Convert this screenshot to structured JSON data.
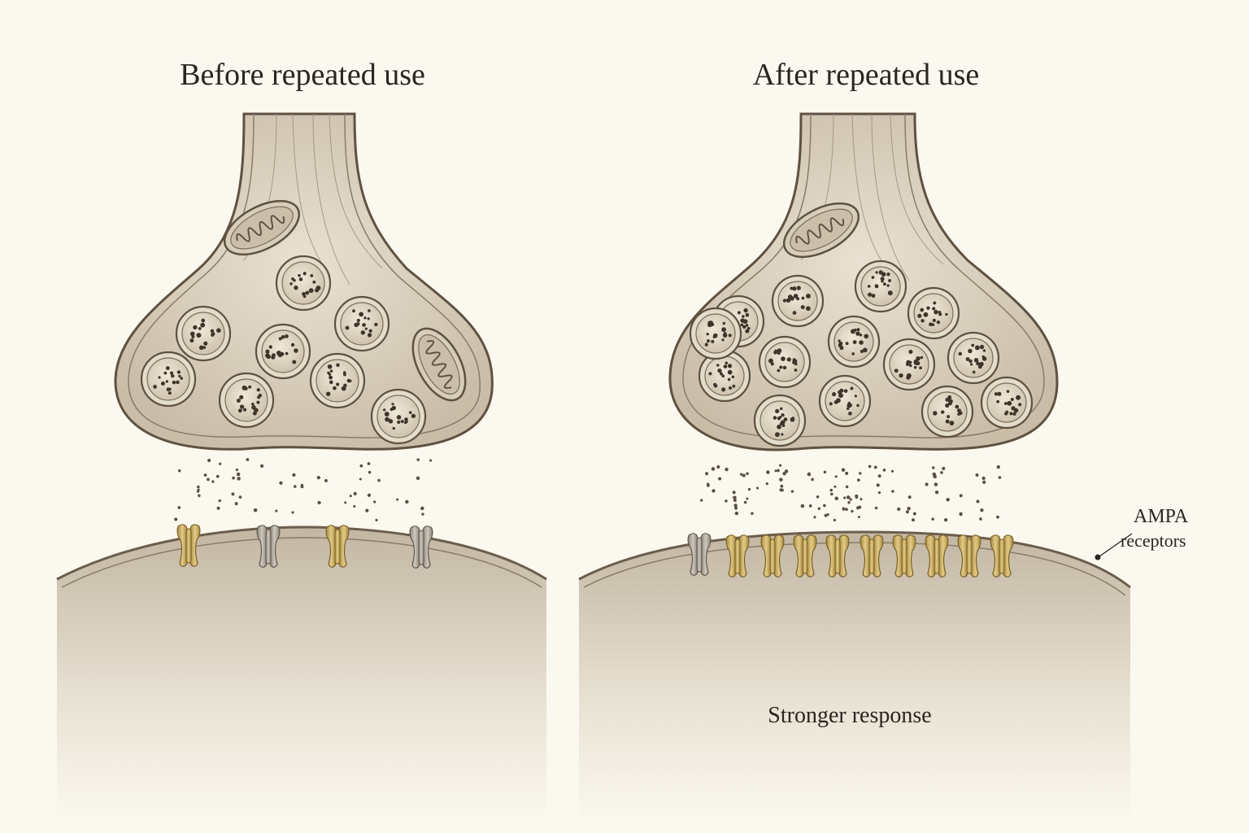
{
  "panels": {
    "before": {
      "title": "Before repeated use",
      "vesicle_count": 8,
      "receptor_count": 4
    },
    "after": {
      "title": "After repeated use",
      "vesicle_count": 14,
      "receptor_count": 10,
      "caption": "Stronger response"
    }
  },
  "label": {
    "line1": "AMPA",
    "line2": "receptors"
  },
  "colors": {
    "background": "#fbf8ef",
    "membrane": "#6b5d4c",
    "cytoplasm": "#ddd3c2",
    "vesicle": "#e8e0cf",
    "receptor_active": "#c9ad64",
    "receptor_inactive": "#a79f92",
    "ink": "#2a2520"
  }
}
